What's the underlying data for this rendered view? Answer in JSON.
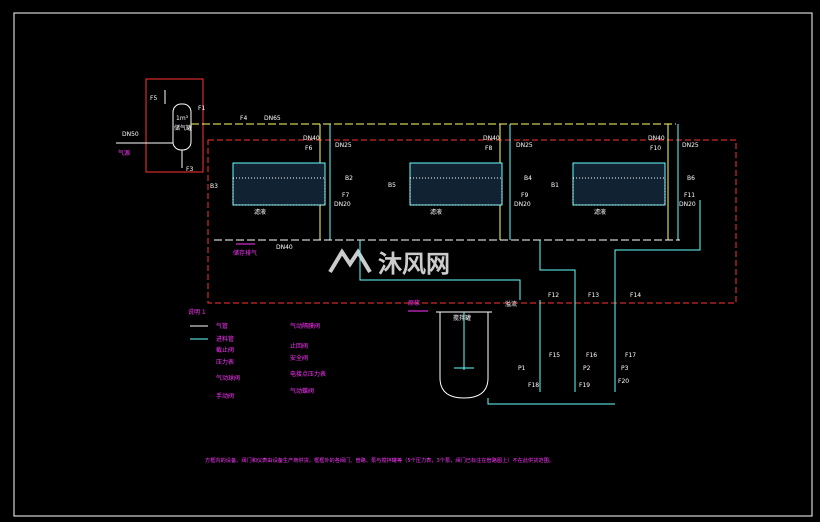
{
  "watermark": {
    "text": "沐风网"
  },
  "tank": {
    "volume": "1m³",
    "name": "储气罐"
  },
  "pipe_sizes": {
    "dn50": "DN50",
    "dn65": "DN65",
    "dn40": "DN40",
    "dn25": "DN25",
    "dn20": "DN20"
  },
  "labels": {
    "gas_in": "气源",
    "filtrate": "滤液",
    "exhaust": "储存排气",
    "stirrer": "搅拌罐",
    "slurry_in": "原浆",
    "overflow": "溢流"
  },
  "valves": {
    "f1": "F1",
    "f3": "F3",
    "f4": "F4",
    "f5": "F5",
    "f6": "F6",
    "f7": "F7",
    "f8": "F8",
    "f9": "F9",
    "f10": "F10",
    "f11": "F11",
    "f12": "F12",
    "f13": "F13",
    "f14": "F14",
    "f15": "F15",
    "f16": "F16",
    "f17": "F17",
    "f18": "F18",
    "f19": "F19",
    "f20": "F20",
    "b1": "B1",
    "b2": "B2",
    "b3": "B3",
    "b4": "B4",
    "b5": "B5",
    "b6": "B6",
    "p1": "P1",
    "p2": "P2",
    "p3": "P3"
  },
  "legend": {
    "title": "说明 1",
    "items": [
      {
        "label": "气管"
      },
      {
        "label": "进料管"
      },
      {
        "label": "截止阀"
      },
      {
        "label": "压力表"
      },
      {
        "label": "气动球阀"
      },
      {
        "label": "手动阀"
      }
    ],
    "items_right": [
      {
        "label": "气动隔膜阀"
      },
      {
        "label": "止回阀"
      },
      {
        "label": "安全阀"
      },
      {
        "label": "电接点压力表"
      },
      {
        "label": "气动蝶阀"
      }
    ]
  },
  "note": "方框内的设备、阀门和仪表由设备生产商供货，框框外的各阀门、管路、泵与搅拌罐等（5个压力表，3个泵，阀门已标注在管路图上）不在此供货范围。"
}
